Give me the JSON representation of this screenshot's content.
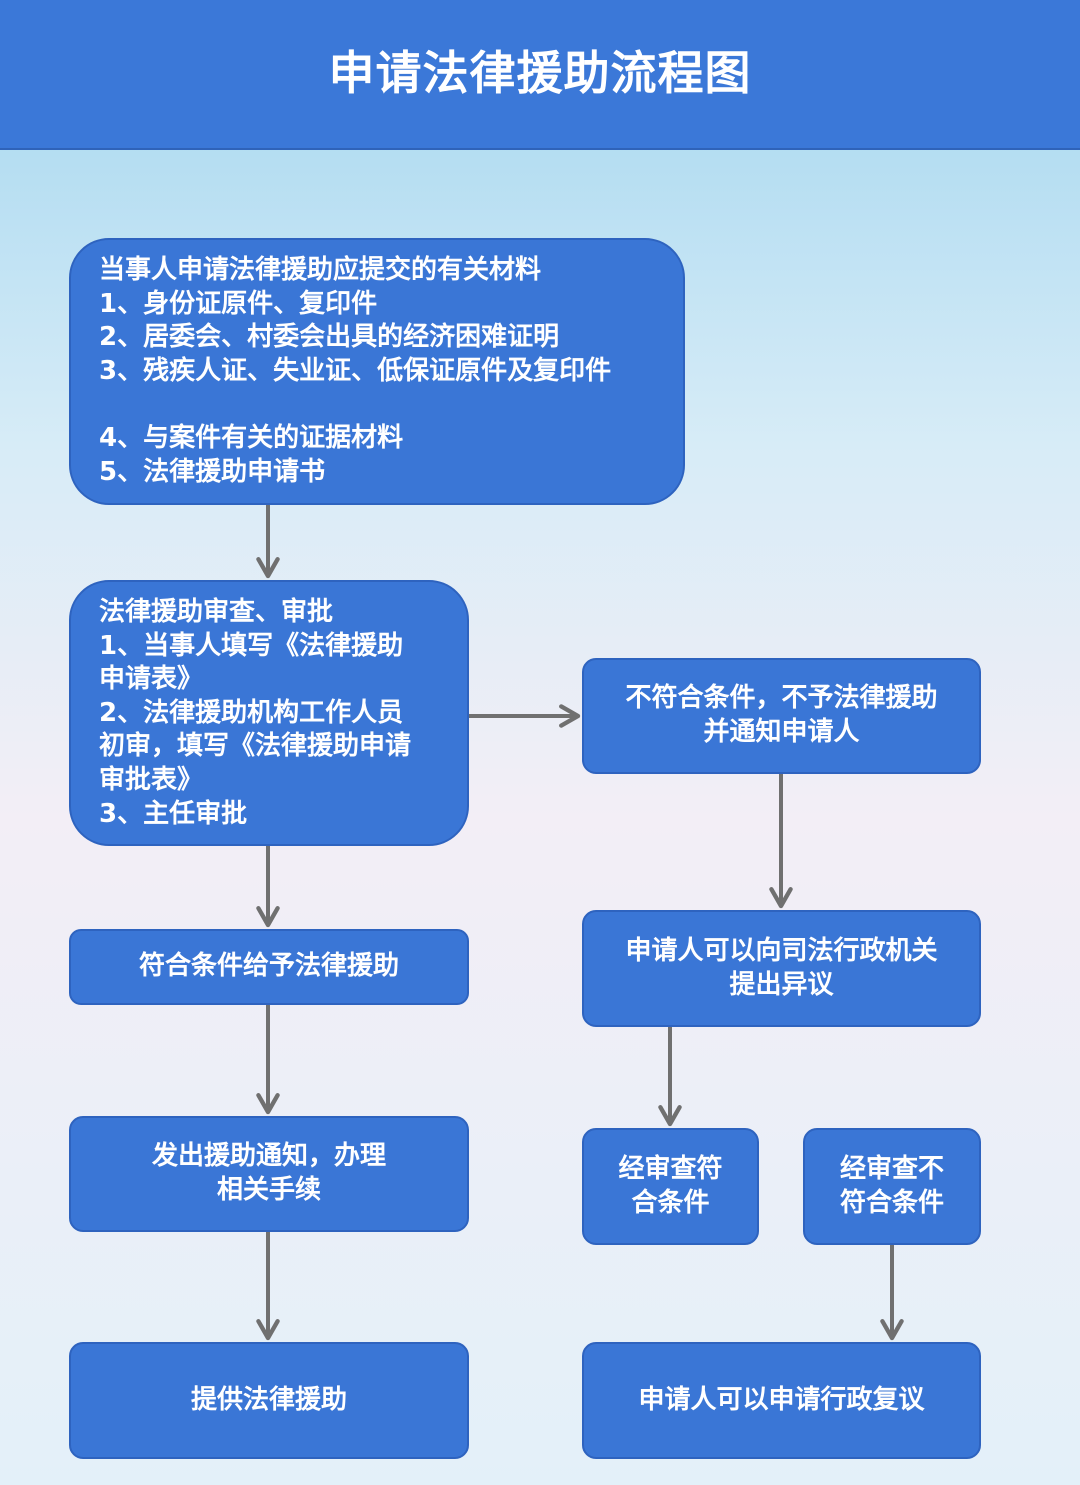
{
  "title": "申请法律援助流程图",
  "materials_box": {
    "heading": "当事人申请法律援助应提交的有关材料",
    "items": [
      "1、身份证原件、复印件",
      "2、居委会、村委会出具的经济困难证明",
      "3、残疾人证、失业证、低保证原件及复印件",
      "4、与案件有关的证据材料",
      "5、法律援助申请书"
    ]
  },
  "review_box": {
    "heading": "法律援助审查、审批",
    "lines": [
      "1、当事人填写《法律援助",
      "申请表》",
      "2、法律援助机构工作人员",
      "初审，填写《法律援助申请",
      "审批表》",
      "3、主任审批"
    ]
  },
  "eligible_box": {
    "text": "符合条件给予法律援助"
  },
  "notice_box": {
    "lines": [
      "发出援助通知，办理",
      "相关手续"
    ]
  },
  "provide_box": {
    "text": "提供法律援助"
  },
  "ineligible_box": {
    "lines": [
      "不符合条件，不予法律援助",
      "并通知申请人"
    ]
  },
  "objection_box": {
    "lines": [
      "申请人可以向司法行政机关",
      "提出异议"
    ]
  },
  "recheck_ok_box": {
    "lines": [
      "经审查符",
      "合条件"
    ]
  },
  "recheck_fail_box": {
    "lines": [
      "经审查不",
      "符合条件"
    ]
  },
  "reconsideration_box": {
    "text": "申请人可以申请行政复议"
  },
  "colors": {
    "header": "#3b78d8",
    "box": "#3a76d6",
    "arrow": "#707070",
    "text": "#ffffff"
  }
}
